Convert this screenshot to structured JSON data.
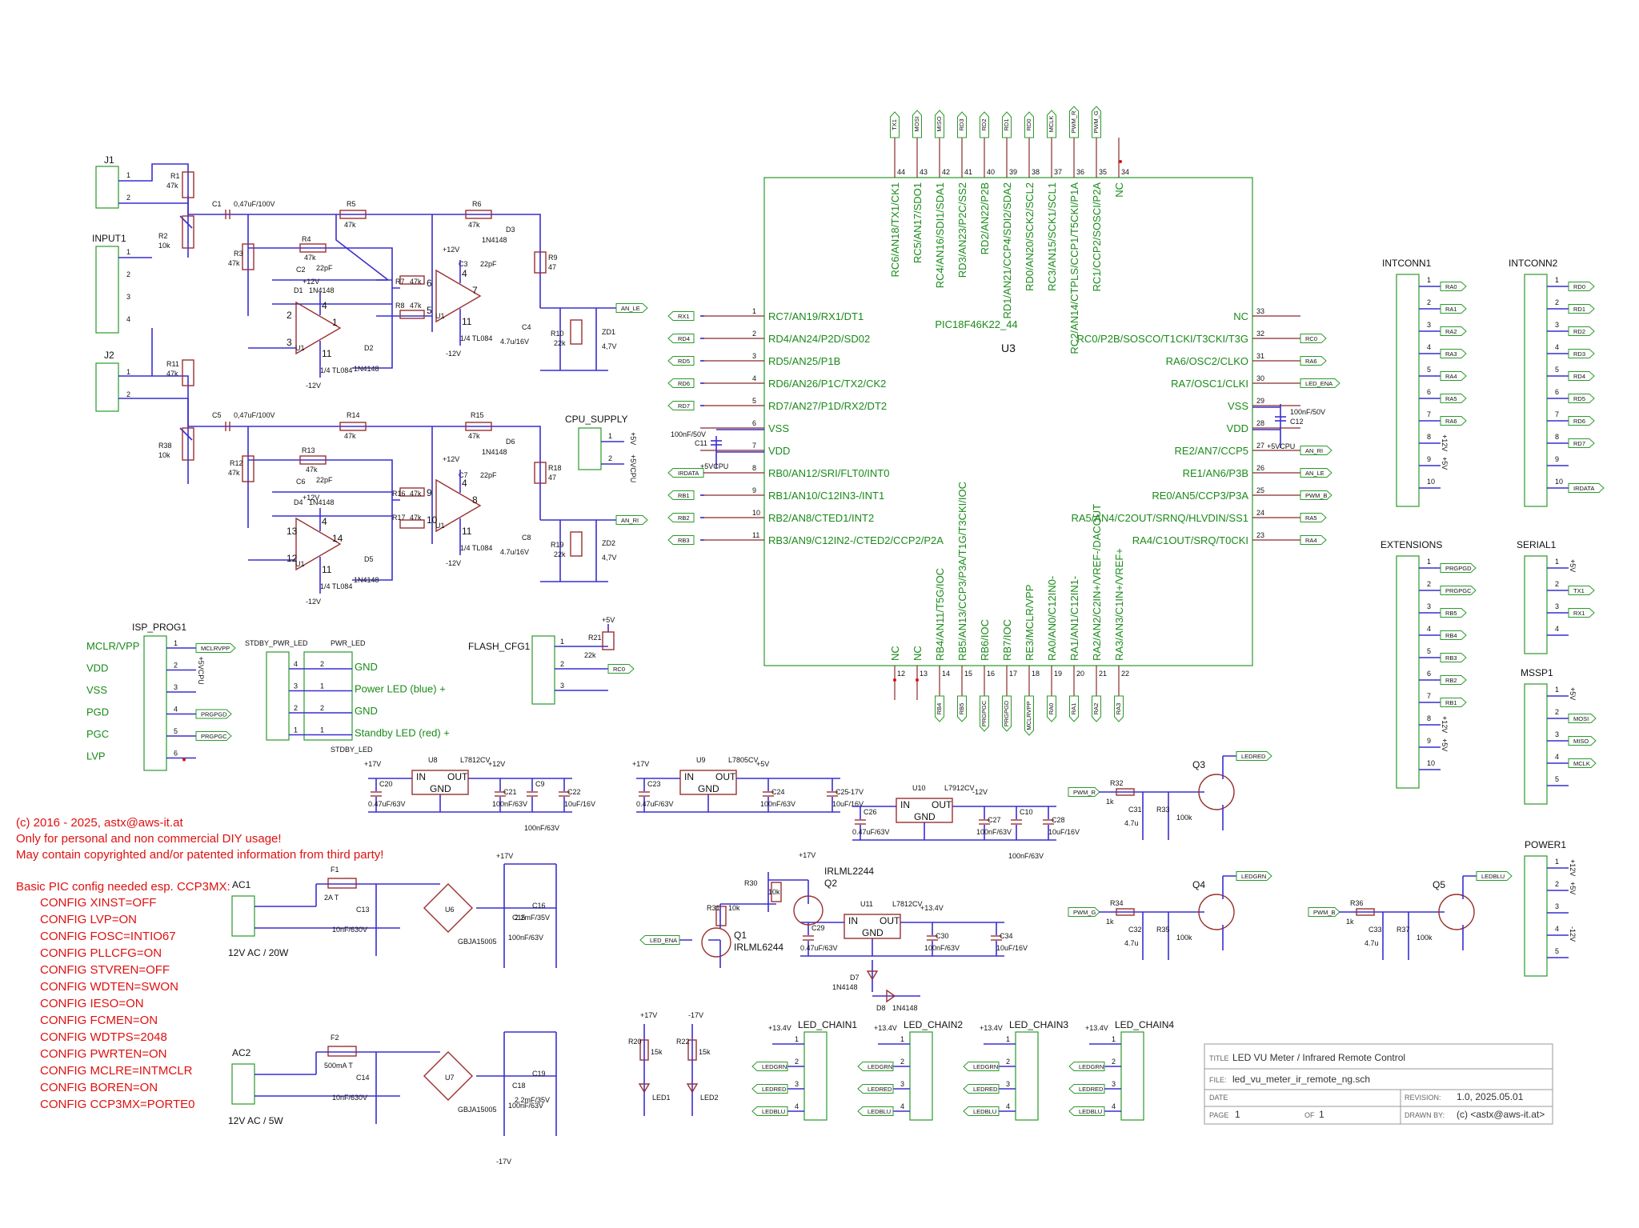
{
  "chip": {
    "ref": "U3",
    "part": "PIC18F46K22_44",
    "left_pins": [
      {
        "n": "1",
        "name": "RC7/AN19/RX1/DT1",
        "net": "RX1"
      },
      {
        "n": "2",
        "name": "RD4/AN24/P2D/SD02",
        "net": "RD4"
      },
      {
        "n": "3",
        "name": "RD5/AN25/P1B",
        "net": "RD5"
      },
      {
        "n": "4",
        "name": "RD6/AN26/P1C/TX2/CK2",
        "net": "RD6"
      },
      {
        "n": "5",
        "name": "RD7/AN27/P1D/RX2/DT2",
        "net": "RD7"
      },
      {
        "n": "6",
        "name": "VSS",
        "net": ""
      },
      {
        "n": "7",
        "name": "VDD",
        "net": ""
      },
      {
        "n": "8",
        "name": "RB0/AN12/SRI/FLT0/INT0",
        "net": "IRDATA"
      },
      {
        "n": "9",
        "name": "RB1/AN10/C12IN3-/INT1",
        "net": "RB1"
      },
      {
        "n": "10",
        "name": "RB2/AN8/CTED1/INT2",
        "net": "RB2"
      },
      {
        "n": "11",
        "name": "RB3/AN9/C12IN2-/CTED2/CCP2/P2A",
        "net": "RB3"
      }
    ],
    "right_pins": [
      {
        "n": "33",
        "name": "NC",
        "net": ""
      },
      {
        "n": "32",
        "name": "RC0/P2B/SOSCO/T1CKI/T3CKI/T3G",
        "net": "RC0"
      },
      {
        "n": "31",
        "name": "RA6/OSC2/CLKO",
        "net": "RA6"
      },
      {
        "n": "30",
        "name": "RA7/OSC1/CLKI",
        "net": "LED_ENA"
      },
      {
        "n": "29",
        "name": "VSS",
        "net": ""
      },
      {
        "n": "28",
        "name": "VDD",
        "net": ""
      },
      {
        "n": "27",
        "name": "RE2/AN7/CCP5",
        "net": "AN_RI"
      },
      {
        "n": "26",
        "name": "RE1/AN6/P3B",
        "net": "AN_LE"
      },
      {
        "n": "25",
        "name": "RE0/AN5/CCP3/P3A",
        "net": "PWM_B"
      },
      {
        "n": "24",
        "name": "RA5/AN4/C2OUT/SRNQ/HLVDIN/SS1",
        "net": "RA5"
      },
      {
        "n": "23",
        "name": "RA4/C1OUT/SRQ/T0CKI",
        "net": "RA4"
      }
    ],
    "top_pins": [
      {
        "n": "44",
        "name": "RC6/AN18/TX1/CK1",
        "net": "TX1"
      },
      {
        "n": "43",
        "name": "RC5/AN17/SDO1",
        "net": "MOSI"
      },
      {
        "n": "42",
        "name": "RC4/AN16/SDI1/SDA1",
        "net": "MISO"
      },
      {
        "n": "41",
        "name": "RD3/AN23/P2C/SS2",
        "net": "RD3"
      },
      {
        "n": "40",
        "name": "RD2/AN22/P2B",
        "net": "RD2"
      },
      {
        "n": "39",
        "name": "RD1/AN21/CCP4/SDI2/SDA2",
        "net": "RD1"
      },
      {
        "n": "38",
        "name": "RD0/AN20/SCK2/SCL2",
        "net": "RD0"
      },
      {
        "n": "37",
        "name": "RC3/AN15/SCK1/SCL1",
        "net": "MCLK"
      },
      {
        "n": "36",
        "name": "RC2/AN14/CTPLS/CCP1/T5CKI/P1A",
        "net": "PWM_R"
      },
      {
        "n": "35",
        "name": "RC1/CCP2/SOSCI/P2A",
        "net": "PWM_G"
      },
      {
        "n": "34",
        "name": "NC",
        "net": ""
      }
    ],
    "bottom_pins": [
      {
        "n": "12",
        "name": "NC",
        "net": ""
      },
      {
        "n": "13",
        "name": "NC",
        "net": ""
      },
      {
        "n": "14",
        "name": "RB4/AN11/T5G/IOC",
        "net": "RB4"
      },
      {
        "n": "15",
        "name": "RB5/AN13/CCP3/P3A/T1G/T3CKI/IOC",
        "net": "RB5"
      },
      {
        "n": "16",
        "name": "RB6/IOC",
        "net": "PRGPGC"
      },
      {
        "n": "17",
        "name": "RB7/IOC",
        "net": "PRGPGD"
      },
      {
        "n": "18",
        "name": "RE3/MCLR/VPP",
        "net": "MCLRVPP"
      },
      {
        "n": "19",
        "name": "RA0/AN0/C12IN0-",
        "net": "RA0"
      },
      {
        "n": "20",
        "name": "RA1/AN1/C12IN1-",
        "net": "RA1"
      },
      {
        "n": "21",
        "name": "RA2/AN2/C2IN+/VREF-/DACOUT",
        "net": "RA2"
      },
      {
        "n": "22",
        "name": "RA3/AN3/C1IN+/VREF+",
        "net": "RA3"
      }
    ],
    "decoupling": [
      {
        "ref": "C11",
        "value": "100nF/50V",
        "net": "+5VCPU"
      },
      {
        "ref": "C12",
        "value": "100nF/50V",
        "net": "+5VCPU"
      }
    ]
  },
  "audio": {
    "connectors": [
      {
        "ref": "J1",
        "pins": [
          "1",
          "2"
        ]
      },
      {
        "ref": "INPUT1",
        "pins": [
          "1",
          "2",
          "3",
          "4"
        ]
      },
      {
        "ref": "J2",
        "pins": [
          "1",
          "2"
        ]
      }
    ],
    "left": [
      {
        "ref": "R1",
        "value": "47k"
      },
      {
        "ref": "R2",
        "value": "10k"
      },
      {
        "ref": "C1",
        "value": "0,47uF/100V"
      },
      {
        "ref": "R5",
        "value": "47k"
      },
      {
        "ref": "R6",
        "value": "47k"
      },
      {
        "ref": "R3",
        "value": "47k"
      },
      {
        "ref": "R4",
        "value": "47k"
      },
      {
        "ref": "C2",
        "value": "22pF"
      },
      {
        "ref": "D1",
        "value": "1N4148"
      },
      {
        "ref": "D2",
        "value": "1N4148"
      },
      {
        "ref": "D3",
        "value": "1N4148"
      },
      {
        "ref": "C3",
        "value": "22pF"
      },
      {
        "ref": "R7",
        "value": "47k"
      },
      {
        "ref": "R8",
        "value": "47k"
      },
      {
        "ref": "R9",
        "value": "47"
      },
      {
        "ref": "C4",
        "value": "4.7u/16V"
      },
      {
        "ref": "R10",
        "value": "22k"
      },
      {
        "ref": "ZD1",
        "value": "4,7V"
      }
    ],
    "right": [
      {
        "ref": "R11",
        "value": "47k"
      },
      {
        "ref": "R38",
        "value": "10k"
      },
      {
        "ref": "C5",
        "value": "0,47uF/100V"
      },
      {
        "ref": "R14",
        "value": "47k"
      },
      {
        "ref": "R15",
        "value": "47k"
      },
      {
        "ref": "R12",
        "value": "47k"
      },
      {
        "ref": "R13",
        "value": "47k"
      },
      {
        "ref": "C6",
        "value": "22pF"
      },
      {
        "ref": "D4",
        "value": "1N4148"
      },
      {
        "ref": "D5",
        "value": "1N4148"
      },
      {
        "ref": "D6",
        "value": "1N4148"
      },
      {
        "ref": "C7",
        "value": "22pF"
      },
      {
        "ref": "R16",
        "value": "47k"
      },
      {
        "ref": "R17",
        "value": "47k"
      },
      {
        "ref": "R18",
        "value": "47"
      },
      {
        "ref": "C8",
        "value": "4.7u/16V"
      },
      {
        "ref": "R19",
        "value": "22k"
      },
      {
        "ref": "ZD2",
        "value": "4,7V"
      }
    ],
    "opamps": [
      {
        "ref": "U1",
        "part": "1/4 TL084",
        "pins": [
          "2",
          "3",
          "1",
          "4",
          "11"
        ],
        "rails": [
          "+12V",
          "-12V"
        ]
      },
      {
        "ref": "U1",
        "part": "1/4 TL084",
        "pins": [
          "6",
          "5",
          "7",
          "4",
          "11"
        ],
        "rails": [
          "+12V",
          "-12V"
        ]
      },
      {
        "ref": "U1",
        "part": "1/4 TL084",
        "pins": [
          "13",
          "12",
          "14",
          "4",
          "11"
        ],
        "rails": [
          "+12V",
          "-12V"
        ]
      },
      {
        "ref": "U1",
        "part": "1/4 TL084",
        "pins": [
          "9",
          "10",
          "8",
          "4",
          "11"
        ],
        "rails": [
          "+12V",
          "-12V"
        ]
      }
    ],
    "outputs": [
      "AN_LE",
      "AN_RI"
    ]
  },
  "cpu_supply": {
    "ref": "CPU_SUPPLY",
    "pins": [
      "1",
      "2"
    ],
    "nets": [
      "+5V",
      "+5VCPU"
    ]
  },
  "isp": {
    "ref": "ISP_PROG1",
    "rows": [
      {
        "n": "1",
        "label": "MCLR/VPP",
        "net": "MCLRVPP"
      },
      {
        "n": "2",
        "label": "VDD",
        "net": "+5VCPU"
      },
      {
        "n": "3",
        "label": "VSS",
        "net": ""
      },
      {
        "n": "4",
        "label": "PGD",
        "net": "PRGPGD"
      },
      {
        "n": "5",
        "label": "PGC",
        "net": "PRGPGC"
      },
      {
        "n": "6",
        "label": "LVP",
        "net": ""
      }
    ]
  },
  "stdby": {
    "ref_top": "STDBY_PWR_LED",
    "ref_bottom": "STDBY_LED",
    "ref_pwr": "PWR_LED",
    "rows": [
      {
        "a": "4",
        "b": "2",
        "label": "GND"
      },
      {
        "a": "3",
        "b": "1",
        "label": "Power LED (blue) +"
      },
      {
        "a": "2",
        "b": "2",
        "label": "GND"
      },
      {
        "a": "1",
        "b": "1",
        "label": "Standby LED (red) +"
      }
    ]
  },
  "flash": {
    "ref": "FLASH_CFG1",
    "pins": [
      "1",
      "2",
      "3"
    ],
    "resistor": {
      "ref": "R21",
      "value": "22k"
    },
    "nets": [
      "+5V",
      "RC0"
    ]
  },
  "intconn1": {
    "ref": "INTCONN1",
    "rows": [
      {
        "n": "1",
        "net": "RA0"
      },
      {
        "n": "2",
        "net": "RA1"
      },
      {
        "n": "3",
        "net": "RA2"
      },
      {
        "n": "4",
        "net": "RA3"
      },
      {
        "n": "5",
        "net": "RA4"
      },
      {
        "n": "6",
        "net": "RA5"
      },
      {
        "n": "7",
        "net": "RA6"
      },
      {
        "n": "8",
        "net": "+12V"
      },
      {
        "n": "9",
        "net": "+5V"
      },
      {
        "n": "10",
        "net": ""
      }
    ]
  },
  "intconn2": {
    "ref": "INTCONN2",
    "rows": [
      {
        "n": "1",
        "net": "RD0"
      },
      {
        "n": "2",
        "net": "RD1"
      },
      {
        "n": "3",
        "net": "RD2"
      },
      {
        "n": "4",
        "net": "RD3"
      },
      {
        "n": "5",
        "net": "RD4"
      },
      {
        "n": "6",
        "net": "RD5"
      },
      {
        "n": "7",
        "net": "RD6"
      },
      {
        "n": "8",
        "net": "RD7"
      },
      {
        "n": "9",
        "net": ""
      },
      {
        "n": "10",
        "net": "IRDATA"
      }
    ]
  },
  "extensions": {
    "ref": "EXTENSIONS",
    "rows": [
      {
        "n": "1",
        "net": "PRGPGD"
      },
      {
        "n": "2",
        "net": "PRGPGC"
      },
      {
        "n": "3",
        "net": "RB5"
      },
      {
        "n": "4",
        "net": "RB4"
      },
      {
        "n": "5",
        "net": "RB3"
      },
      {
        "n": "6",
        "net": "RB2"
      },
      {
        "n": "7",
        "net": "RB1"
      },
      {
        "n": "8",
        "net": "+12V"
      },
      {
        "n": "9",
        "net": "+5V"
      },
      {
        "n": "10",
        "net": ""
      }
    ]
  },
  "serial": {
    "ref": "SERIAL1",
    "rows": [
      {
        "n": "1",
        "net": "+5V"
      },
      {
        "n": "2",
        "net": "TX1"
      },
      {
        "n": "3",
        "net": "RX1"
      },
      {
        "n": "4",
        "net": ""
      }
    ]
  },
  "mssp": {
    "ref": "MSSP1",
    "rows": [
      {
        "n": "1",
        "net": "+5V"
      },
      {
        "n": "2",
        "net": "MOSI"
      },
      {
        "n": "3",
        "net": "MISO"
      },
      {
        "n": "4",
        "net": "MCLK"
      },
      {
        "n": "5",
        "net": ""
      }
    ]
  },
  "power_conn": {
    "ref": "POWER1",
    "rows": [
      {
        "n": "1",
        "net": "+12V"
      },
      {
        "n": "2",
        "net": "+5V"
      },
      {
        "n": "3",
        "net": ""
      },
      {
        "n": "4",
        "net": "-12V"
      },
      {
        "n": "5",
        "net": ""
      }
    ]
  },
  "regs": [
    {
      "ref": "U8",
      "part": "L7812CV",
      "in": "+17V",
      "out": "+12V",
      "c_in": {
        "ref": "C20",
        "value": "0.47uF/63V"
      },
      "c_a": {
        "ref": "C21",
        "value": "100nF/63V"
      },
      "c_b": {
        "ref": "C9",
        "value": "100nF/63V"
      },
      "c_e": {
        "ref": "C22",
        "value": "10uF/16V"
      }
    },
    {
      "ref": "U9",
      "part": "L7805CV",
      "in": "+17V",
      "out": "+5V",
      "c_in": {
        "ref": "C23",
        "value": "0.47uF/63V"
      },
      "c_a": {
        "ref": "C24",
        "value": "100nF/63V"
      },
      "c_e": {
        "ref": "C25",
        "value": "10uF/16V"
      }
    },
    {
      "ref": "U10",
      "part": "L7912CV",
      "in": "-17V",
      "out": "-12V",
      "c_in": {
        "ref": "C26",
        "value": "0.47uF/63V"
      },
      "c_a": {
        "ref": "C27",
        "value": "100nF/63V"
      },
      "c_b": {
        "ref": "C10",
        "value": "100nF/63V"
      },
      "c_e": {
        "ref": "C28",
        "value": "10uF/16V"
      }
    },
    {
      "ref": "U11",
      "part": "L7812CV",
      "in": "",
      "out": "+13.4V",
      "c_in": {
        "ref": "C29",
        "value": "0.47uF/63V"
      },
      "c_a": {
        "ref": "C30",
        "value": "100nF/63V"
      },
      "c_e": {
        "ref": "C34",
        "value": "10uF/16V"
      }
    }
  ],
  "reg_labels": {
    "in": "IN",
    "out": "OUT",
    "gnd": "GND",
    "pins": [
      "1",
      "2",
      "3"
    ]
  },
  "drivers": [
    {
      "q": "Q3",
      "r_b": {
        "ref": "R32",
        "value": "1k"
      },
      "c": {
        "ref": "C31",
        "value": "4.7u"
      },
      "r_e": {
        "ref": "R33",
        "value": "100k"
      },
      "in": "PWM_R",
      "out": "LEDRED"
    },
    {
      "q": "Q4",
      "r_b": {
        "ref": "R34",
        "value": "1k"
      },
      "c": {
        "ref": "C32",
        "value": "4.7u"
      },
      "r_e": {
        "ref": "R35",
        "value": "100k"
      },
      "in": "PWM_G",
      "out": "LEDGRN"
    },
    {
      "q": "Q5",
      "r_b": {
        "ref": "R36",
        "value": "1k"
      },
      "c": {
        "ref": "C33",
        "value": "4.7u"
      },
      "r_e": {
        "ref": "R37",
        "value": "100k"
      },
      "in": "PWM_B",
      "out": "LEDBLU"
    }
  ],
  "mos": {
    "q1": "Q1",
    "q1_part": "IRLML6244",
    "q2": "Q2",
    "q2_part": "IRLML2244",
    "r30": {
      "ref": "R30",
      "value": "10k"
    },
    "r31": {
      "ref": "R31",
      "value": "10k"
    },
    "net": "+17V",
    "in": "LED_ENA",
    "d7": {
      "ref": "D7",
      "value": "1N4148"
    },
    "d8": {
      "ref": "D8",
      "value": "1N4148"
    }
  },
  "rectifiers": [
    {
      "conn": "AC1",
      "desc": "12V AC / 20W",
      "fuse": {
        "ref": "F1",
        "value": "2A T"
      },
      "cx": {
        "ref": "C13",
        "value": "10nF/630V"
      },
      "bridge": {
        "ref": "U6",
        "part": "GBJA15005"
      },
      "cbig": {
        "ref": "C16",
        "value": "2.2mF/35V"
      },
      "csmall": {
        "ref": "C15",
        "value": "100nF/63V"
      },
      "rail": "+17V"
    },
    {
      "conn": "AC2",
      "desc": "12V AC / 5W",
      "fuse": {
        "ref": "F2",
        "value": "500mA T"
      },
      "cx": {
        "ref": "C14",
        "value": "10nF/630V"
      },
      "bridge": {
        "ref": "U7",
        "part": "GBJA15005"
      },
      "cbig": {
        "ref": "C19",
        "value": "2.2mF/35V"
      },
      "csmall": {
        "ref": "C18",
        "value": "100nF/63V"
      },
      "rail": "-17V"
    }
  ],
  "leds": [
    {
      "ref": "LED1",
      "r": {
        "ref": "R20",
        "value": "15k"
      },
      "rail": "+17V"
    },
    {
      "ref": "LED2",
      "r": {
        "ref": "R22",
        "value": "15k"
      },
      "rail": "-17V"
    }
  ],
  "chains": [
    {
      "ref": "LED_CHAIN1",
      "rail": "+13.4V",
      "nets": [
        "LEDGRN",
        "LEDRED",
        "LEDBLU"
      ],
      "pins": [
        "1",
        "2",
        "3",
        "4"
      ]
    },
    {
      "ref": "LED_CHAIN2",
      "rail": "+13.4V",
      "nets": [
        "LEDGRN",
        "LEDRED",
        "LEDBLU"
      ],
      "pins": [
        "1",
        "2",
        "3",
        "4"
      ]
    },
    {
      "ref": "LED_CHAIN3",
      "rail": "+13.4V",
      "nets": [
        "LEDGRN",
        "LEDRED",
        "LEDBLU"
      ],
      "pins": [
        "1",
        "2",
        "3",
        "4"
      ]
    },
    {
      "ref": "LED_CHAIN4",
      "rail": "+13.4V",
      "nets": [
        "LEDGRN",
        "LEDRED",
        "LEDBLU"
      ],
      "pins": [
        "1",
        "2",
        "3",
        "4"
      ]
    }
  ],
  "notes": {
    "lines": [
      "(c) 2016 - 2025, astx@aws-it.at",
      "Only for personal and non commercial DIY usage!",
      "May contain copyrighted and/or patented information from third party!",
      "",
      "Basic PIC config needed esp. CCP3MX:"
    ],
    "config": [
      "CONFIG  XINST=OFF",
      "CONFIG  LVP=ON",
      "CONFIG  FOSC=INTIO67",
      "CONFIG  PLLCFG=ON",
      "CONFIG  STVREN=OFF",
      "CONFIG  WDTEN=SWON",
      "CONFIG  IESO=ON",
      "CONFIG  FCMEN=ON",
      "CONFIG  WDTPS=2048",
      "CONFIG  PWRTEN=ON",
      "CONFIG  MCLRE=INTMCLR",
      "CONFIG  BOREN=ON",
      "CONFIG  CCP3MX=PORTE0"
    ]
  },
  "title_block": {
    "title_k": "TITLE",
    "title": "LED VU Meter / Infrared Remote Control",
    "file_k": "FILE:",
    "file": "led_vu_meter_ir_remote_ng.sch",
    "rev_k": "REVISION:",
    "rev": "1.0, 2025.05.01",
    "date_k": "DATE",
    "page_k": "PAGE",
    "page": "1",
    "of_k": "OF",
    "of": "1",
    "drawn_k": "DRAWN BY:",
    "drawn": "(c) <astx@aws-it.at>"
  },
  "colors": {
    "wire": "#3a2ed0",
    "part": "#9a3030",
    "pinname": "#1a8a1a",
    "note": "#e01010"
  }
}
